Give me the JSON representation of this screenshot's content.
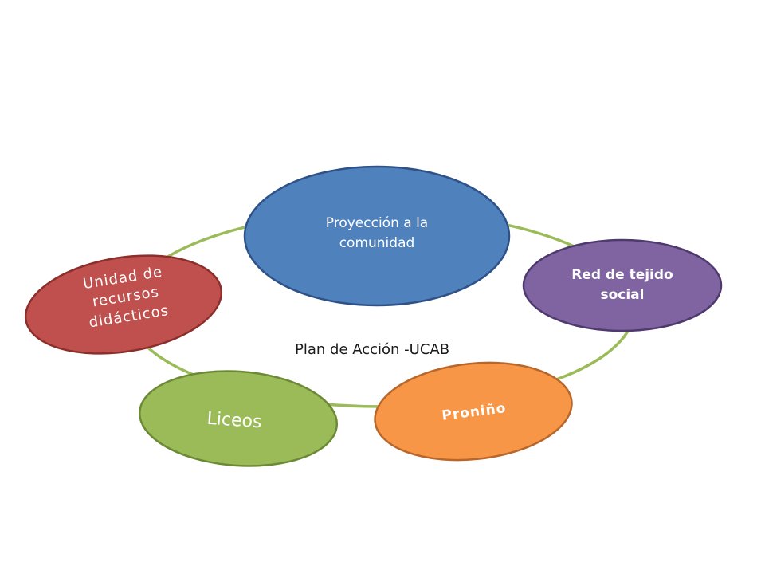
{
  "center_label": "Plan de Acción -UCAB",
  "nodes": [
    {
      "id": "proyeccion",
      "label_lines": [
        "Proyección a la",
        "comunidad"
      ],
      "fill": "#4f81bd",
      "stroke": "#2e5287"
    },
    {
      "id": "red",
      "label_lines": [
        "Red de tejido",
        "social"
      ],
      "fill": "#8064a2",
      "stroke": "#4f3a6e"
    },
    {
      "id": "pronino",
      "label_lines": [
        "Proniño"
      ],
      "fill": "#f79646",
      "stroke": "#b8662a"
    },
    {
      "id": "liceos",
      "label_lines": [
        "Liceos"
      ],
      "fill": "#9bbb59",
      "stroke": "#6c8a35"
    },
    {
      "id": "unidad",
      "label_lines": [
        "Unidad de",
        "recursos",
        "didácticos"
      ],
      "fill": "#c0504d",
      "stroke": "#8c2f2c"
    }
  ],
  "ring_color": "#9bbb59"
}
